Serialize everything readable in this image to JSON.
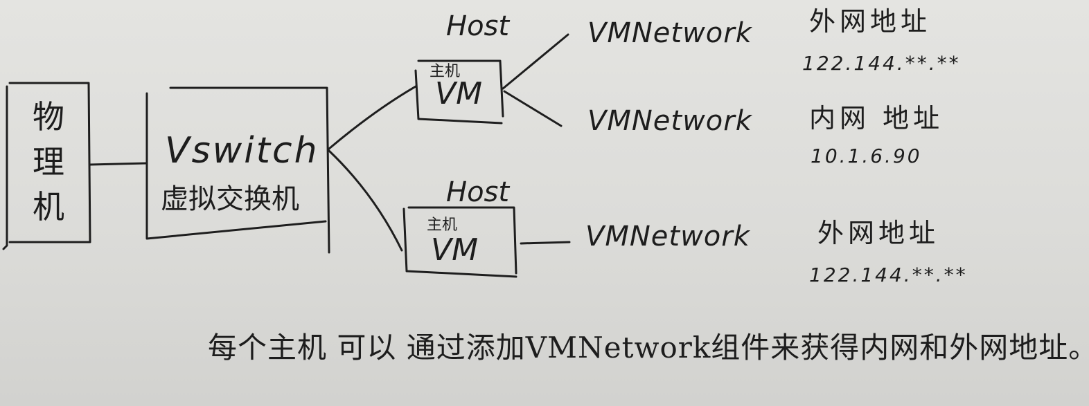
{
  "physical_machine": {
    "label_chars": [
      "物",
      "理",
      "机"
    ]
  },
  "vswitch": {
    "title": "Vswitch",
    "subtitle": "虚拟交换机"
  },
  "hosts": [
    {
      "host_label": "Host",
      "vm_small": "主机",
      "vm_label": "VM",
      "networks": [
        {
          "label": "VMNetwork",
          "address_title": "外网地址",
          "address": "122.144.**.**"
        },
        {
          "label": "VMNetwork",
          "address_title": "内网 地址",
          "address": "10.1.6.90"
        }
      ]
    },
    {
      "host_label": "Host",
      "vm_small": "主机",
      "vm_label": "VM",
      "networks": [
        {
          "label": "VMNetwork",
          "address_title": "外网地址",
          "address": "122.144.**.**"
        }
      ]
    }
  ],
  "caption": "每个主机 可以 通过添加VMNetwork组件来获得内网和外网地址。"
}
